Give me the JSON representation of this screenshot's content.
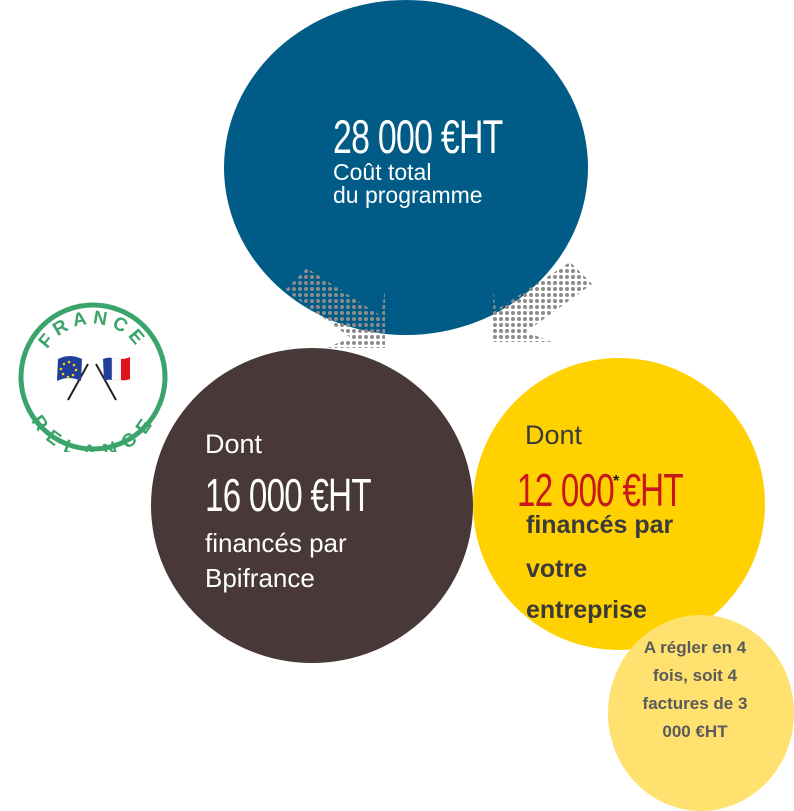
{
  "total": {
    "amount": "28 000 €HT",
    "line1": "Coût total",
    "line2": "du programme"
  },
  "bpifrance": {
    "dont": "Dont",
    "amount": "16 000 €HT",
    "line1": "financés par",
    "line2": "Bpifrance"
  },
  "entreprise": {
    "dont": "Dont",
    "amount": "12 000 €HT",
    "asterisk": "*",
    "line1": "financés par",
    "line2": "votre",
    "line3": "entreprise"
  },
  "payment_note": "A régler en 4 fois, soit 4 factures de 3 000 €HT",
  "logo": {
    "top_text": "FRANCE",
    "bottom_text": "RELANCE"
  },
  "colors": {
    "blue": "#005b86",
    "brown": "#483838",
    "yellow": "#ffd100",
    "light_yellow": "#ffe170",
    "red": "#c8161d",
    "logo_green": "#3aa46a"
  }
}
